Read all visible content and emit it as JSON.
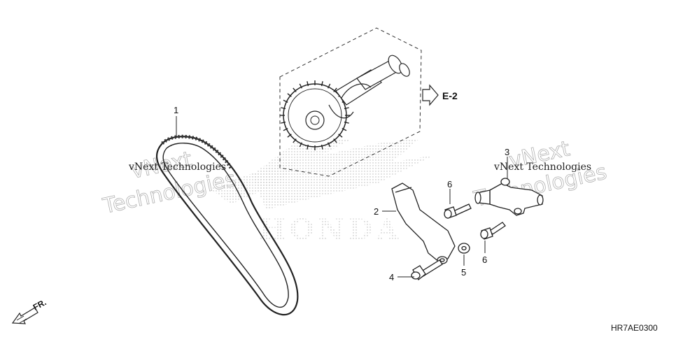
{
  "diagram": {
    "section_ref": "E-2",
    "front_label": "FR.",
    "drawing_code": "HR7AE0300",
    "logo_text": "HONDA",
    "watermarks": [
      "vNext Technologies",
      "vNext Technologies"
    ],
    "callouts": [
      "1",
      "2",
      "3",
      "4",
      "5",
      "6",
      "6"
    ]
  }
}
